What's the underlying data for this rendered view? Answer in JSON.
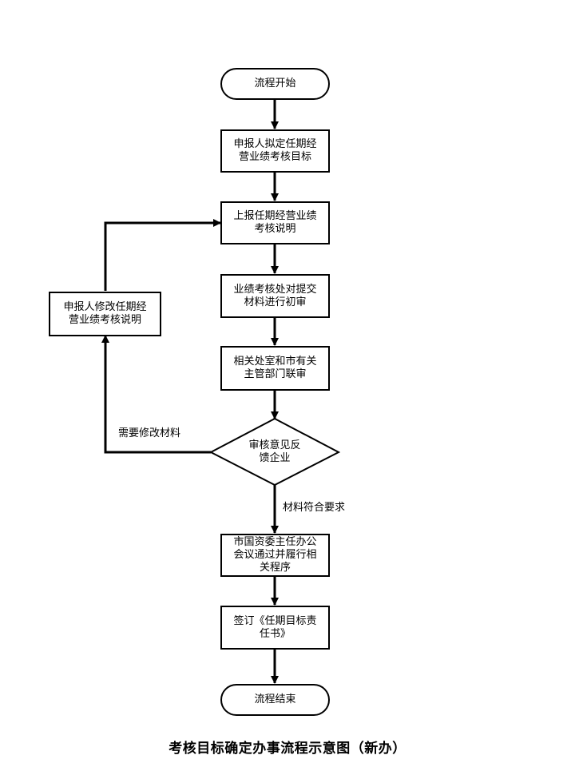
{
  "nodes": {
    "start": "流程开始",
    "step1": "申报人拟定任期经\n营业绩考核目标",
    "step2": "上报任期经营业绩\n考核说明",
    "step3": "业绩考核处对提交\n材料进行初审",
    "step4": "相关处室和市有关\n主管部门联审",
    "decision": "审核意见反\n馈企业",
    "revise": "申报人修改任期经\n营业绩考核说明",
    "step5": "市国资委主任办公\n会议通过并履行相\n关程序",
    "step6": "签订《任期目标责\n任书》",
    "end": "流程结束"
  },
  "edge_labels": {
    "needs_revision": "需要修改材料",
    "meets_requirements": "材料符合要求"
  },
  "caption": "考核目标确定办事流程示意图（新办）"
}
